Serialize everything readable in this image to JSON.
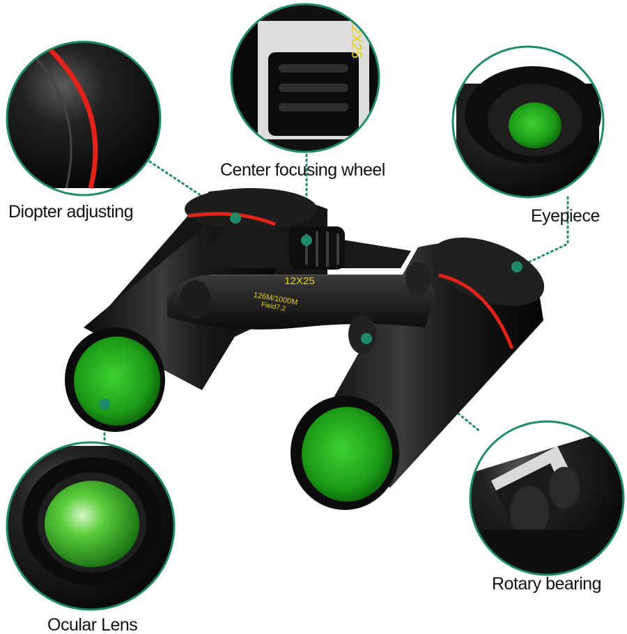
{
  "labels": {
    "diopter": "Diopter adjusting",
    "center_wheel": "Center focusing wheel",
    "eyepiece": "Eyepiece",
    "rotary": "Rotary bearing",
    "ocular": "Ocular Lens"
  },
  "product_markings": {
    "model": "12X25",
    "field_line1": "126M/1000M",
    "field_line2": "Field7.2"
  },
  "colors": {
    "callout_ring": "#1e8a6a",
    "body": "#141414",
    "accent_ring": "#e2231a",
    "lens_green": "#1f9e1c",
    "marking_text": "#e8d400"
  }
}
